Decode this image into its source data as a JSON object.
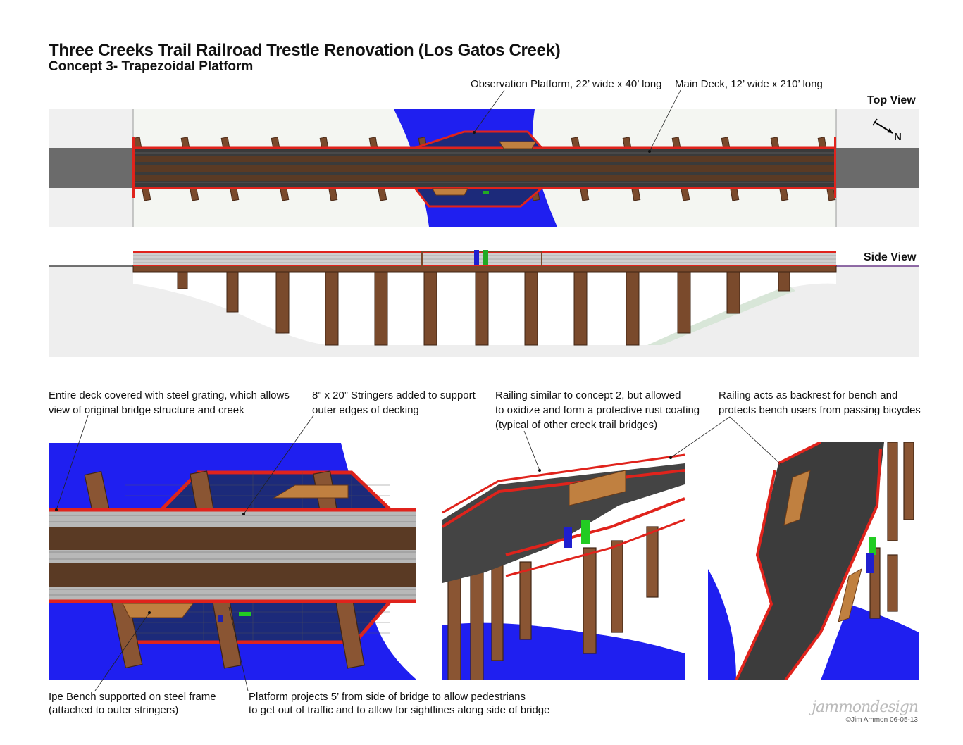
{
  "title": "Three Creeks Trail Railroad Trestle Renovation (Los Gatos Creek)",
  "subtitle": "Concept 3- Trapezoidal Platform",
  "top_callouts": {
    "observation": "Observation Platform, 22’ wide x 40’ long",
    "main_deck": "Main Deck, 12’ wide x 210’ long"
  },
  "views": {
    "top": "Top View",
    "side": "Side View",
    "north": "N"
  },
  "notes": {
    "grating_1": "Entire deck covered with steel grating, which allows",
    "grating_2": "view of original bridge structure and creek",
    "stringers_1": "8” x 20” Stringers added to support",
    "stringers_2": "outer edges of decking",
    "railing_1": "Railing similar to concept 2, but allowed",
    "railing_2": "to oxidize and form a protective rust coating",
    "railing_3": "(typical of other creek trail bridges)",
    "backrest_1": "Railing acts as backrest for bench and",
    "backrest_2": "protects bench users from passing bicycles",
    "bench_1": "Ipe Bench supported on steel frame",
    "bench_2": "(attached to outer stringers)",
    "projects_1": "Platform projects 5’ from side of bridge to allow pedestrians",
    "projects_2": "to get out of traffic and to allow for sightlines along side of bridge"
  },
  "signature": {
    "logo": "jammondesign",
    "copyright": "©Jim Ammon 06-05-13"
  },
  "colors": {
    "water": "#1f1ff0",
    "railing": "#e0231c",
    "timber": "#7a4a2c",
    "deck": "#3a3a3a",
    "road": "#6b6b6b",
    "ground": "#eeeeee"
  }
}
